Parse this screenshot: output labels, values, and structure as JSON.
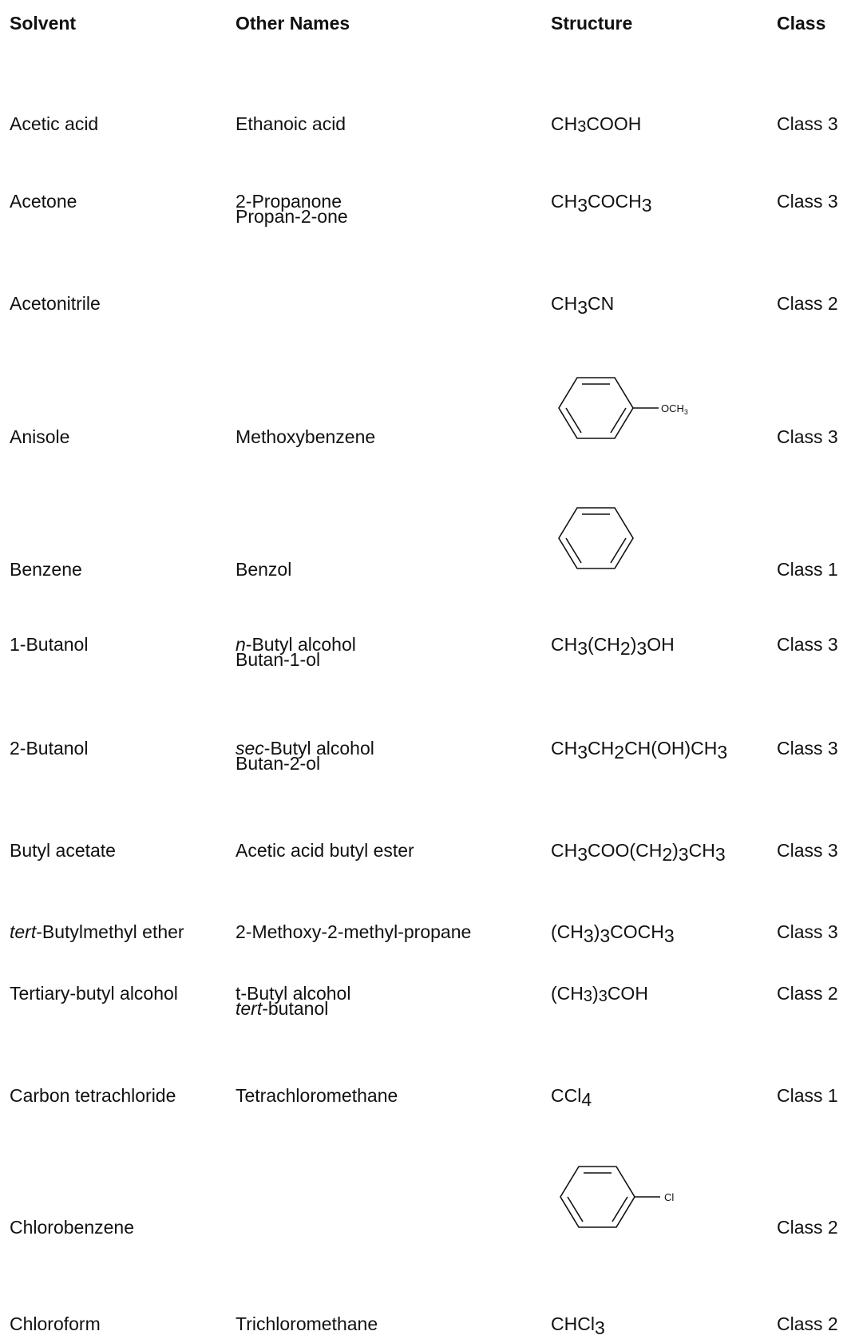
{
  "headers": {
    "solvent": "Solvent",
    "other_names": "Other Names",
    "structure": "Structure",
    "class": "Class"
  },
  "rows": [
    {
      "solvent": "Acetic acid",
      "other1": "Ethanoic acid",
      "class": "Class 3"
    },
    {
      "solvent": "Acetone",
      "other1": "2-Propanone",
      "other2": "Propan-2-one",
      "class": "Class 3"
    },
    {
      "solvent": "Acetonitrile",
      "class": "Class 2"
    },
    {
      "solvent": "Anisole",
      "other1": "Methoxybenzene",
      "class": "Class 3",
      "substituent": "OCH",
      "substituent_sub": "3"
    },
    {
      "solvent": "Benzene",
      "other1": "Benzol",
      "class": "Class 1"
    },
    {
      "solvent": "1-Butanol",
      "other1_italic": "n",
      "other1_rest": "-Butyl alcohol",
      "other2": "Butan-1-ol",
      "class": "Class 3"
    },
    {
      "solvent": "2-Butanol",
      "other1_italic": "sec",
      "other1_rest": "-Butyl alcohol",
      "other2": "Butan-2-ol",
      "class": "Class 3"
    },
    {
      "solvent": "Butyl acetate",
      "other1": "Acetic acid butyl ester",
      "class": "Class 3"
    },
    {
      "solvent_italic": "tert",
      "solvent_rest": "-Butylmethyl ether",
      "other1": "2-Methoxy-2-methyl-propane",
      "class": "Class 3"
    },
    {
      "solvent": "Tertiary-butyl alcohol",
      "other1": "t-Butyl alcohol",
      "other2_italic": "tert",
      "other2_rest": "-butanol",
      "class": "Class 2"
    },
    {
      "solvent": "Carbon tetrachloride",
      "other1": "Tetrachloromethane",
      "class": "Class 1"
    },
    {
      "solvent": "Chlorobenzene",
      "class": "Class 2",
      "substituent": "Cl"
    },
    {
      "solvent": "Chloroform",
      "other1": "Trichloromethane",
      "class": "Class 2"
    }
  ],
  "formulas": {
    "acetic_acid": [
      "CH",
      "3",
      "COOH"
    ],
    "acetone": [
      "CH",
      "3",
      "COCH",
      "3"
    ],
    "acetonitrile": [
      "CH",
      "3",
      "CN"
    ],
    "butanol1": [
      "CH",
      "3",
      "(CH",
      "2",
      ")",
      "3",
      "OH"
    ],
    "butanol2": [
      "CH",
      "3",
      "CH",
      "2",
      "CH(OH)CH",
      "3"
    ],
    "butyl_acetate": [
      "CH",
      "3",
      "COO(CH",
      "2",
      ")",
      "3",
      "CH",
      "3"
    ],
    "mtbe": [
      "(CH",
      "3",
      ")",
      "3",
      "COCH",
      "3"
    ],
    "tbuoh": [
      "(CH",
      "3",
      ")",
      "3",
      "COH"
    ],
    "ccl4": [
      "CCl",
      "4"
    ],
    "chloroform": [
      "CHCl",
      "3"
    ]
  }
}
